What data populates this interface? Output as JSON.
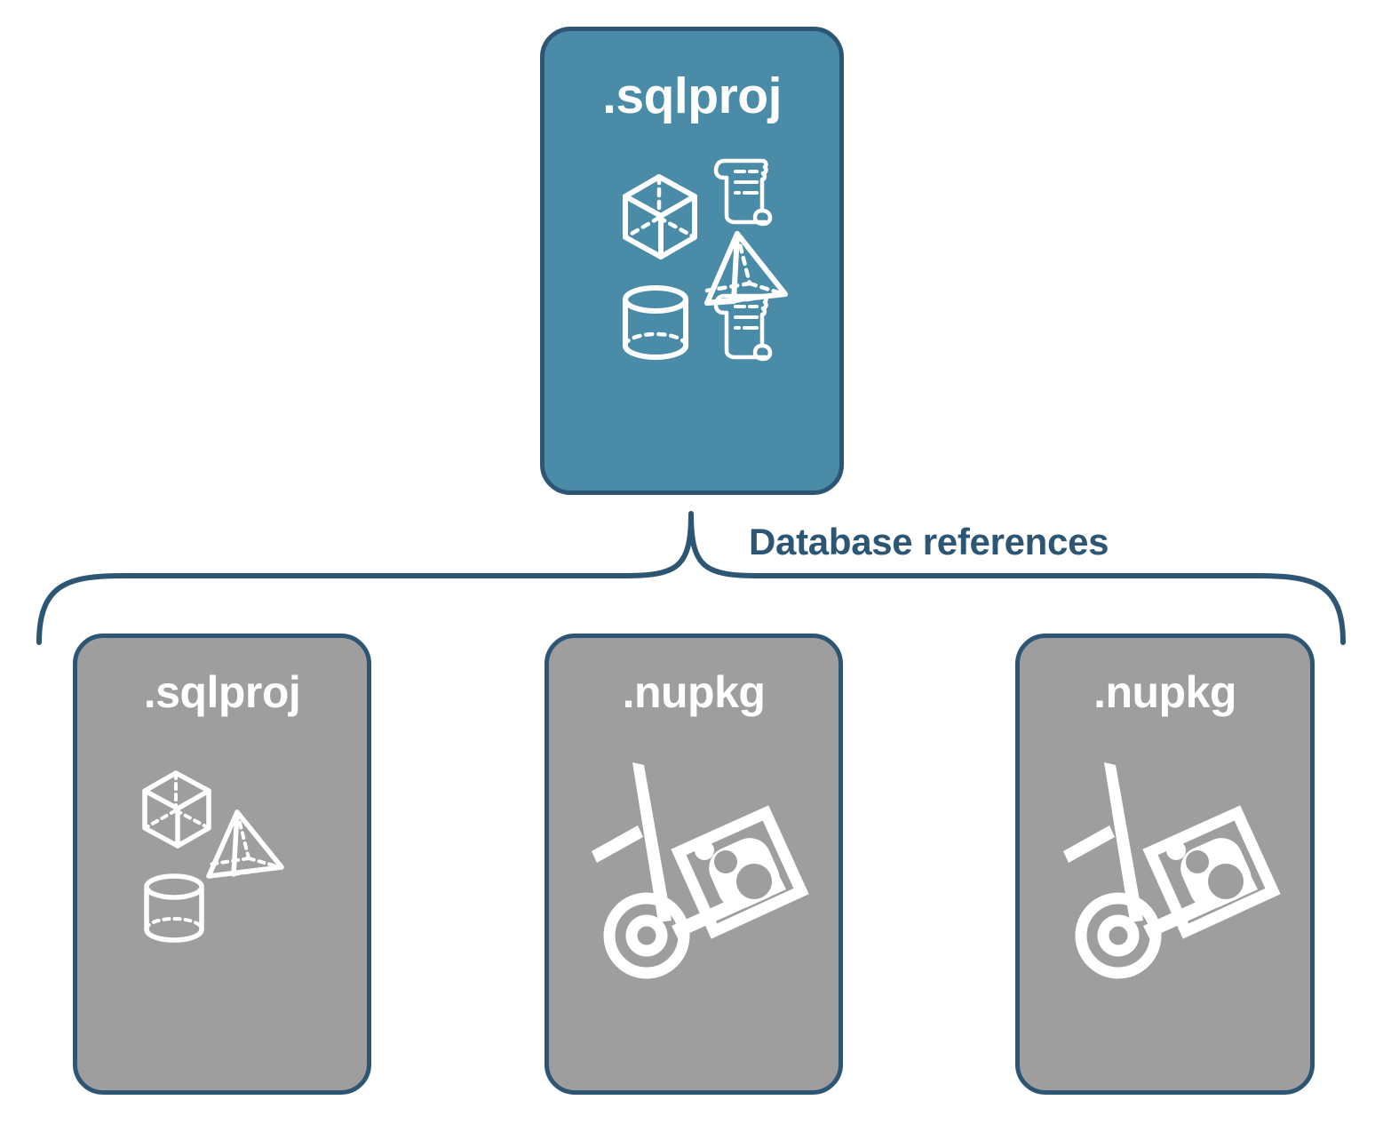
{
  "diagram": {
    "title": "SQL project database references",
    "accent_color": "#4a8ba8",
    "neutral_color": "#9e9e9e",
    "outline_color": "#2d5574",
    "label_color": "#2d5574",
    "icon_color": "#ffffff"
  },
  "root": {
    "label": ".sqlproj",
    "kind": "sql-project",
    "fill": "#4a8ba8",
    "icons": [
      "cube-icon",
      "scroll-icon",
      "pyramid-icon",
      "cylinder-icon",
      "scroll-icon"
    ]
  },
  "connector": {
    "label": "Database references",
    "style": "curly-bracket",
    "color": "#2d5574"
  },
  "references": [
    {
      "label": ".sqlproj",
      "kind": "sql-project",
      "fill": "#9e9e9e",
      "icons": [
        "cube-icon",
        "pyramid-icon",
        "cylinder-icon"
      ]
    },
    {
      "label": ".nupkg",
      "kind": "nuget-package",
      "fill": "#9e9e9e",
      "icons": [
        "hand-truck-package-icon"
      ]
    },
    {
      "label": ".nupkg",
      "kind": "nuget-package",
      "fill": "#9e9e9e",
      "icons": [
        "hand-truck-package-icon"
      ]
    }
  ]
}
